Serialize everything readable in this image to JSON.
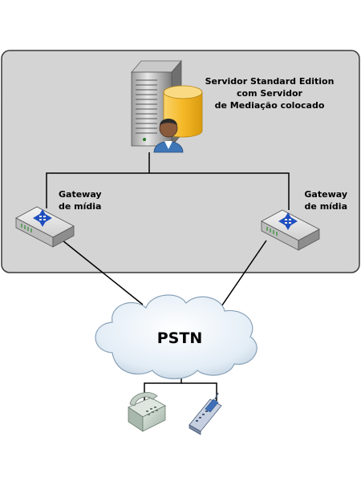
{
  "server": {
    "label_lines": [
      "Servidor Standard Edition",
      "com Servidor",
      "de Mediação colocado"
    ]
  },
  "gateways": {
    "left_label_lines": [
      "Gateway",
      "de mídia"
    ],
    "right_label_lines": [
      "Gateway",
      "de mídia"
    ]
  },
  "cloud": {
    "label": "PSTN"
  },
  "devices": {
    "icons": [
      "desk-phone-icon",
      "mobile-phone-icon"
    ]
  },
  "colors": {
    "site_box_fill": "#d4d4d4",
    "site_box_stroke": "#3a3a3a",
    "line": "#000000",
    "database": "#f5b826",
    "cloud_fill": "#dfe9f2"
  }
}
